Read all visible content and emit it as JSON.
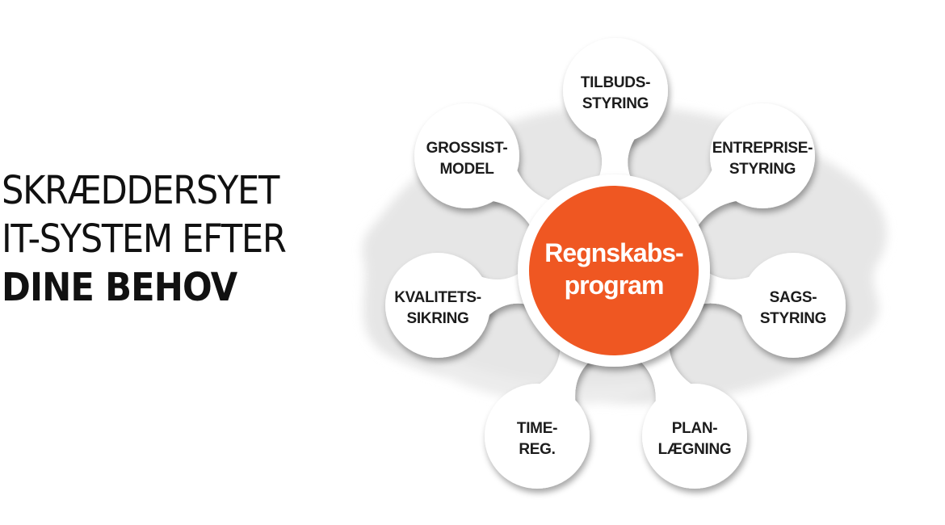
{
  "headline": {
    "line1": "SKRÆDDERSYET",
    "line2": "IT-SYSTEM EFTER",
    "line3": "DINE BEHOV"
  },
  "diagram": {
    "center": {
      "line1": "Regnskabs-",
      "line2": "program",
      "color": "#ef5722"
    },
    "petals": [
      {
        "id": "tilbudsstyring",
        "line1": "TILBUDS-",
        "line2": "STYRING"
      },
      {
        "id": "entreprisestyring",
        "line1": "ENTREPRISE-",
        "line2": "STYRING"
      },
      {
        "id": "sagsstyring",
        "line1": "SAGS-",
        "line2": "STYRING"
      },
      {
        "id": "planlaegning",
        "line1": "PLAN-",
        "line2": "LÆGNING"
      },
      {
        "id": "timereg",
        "line1": "TIME-",
        "line2": "REG."
      },
      {
        "id": "kvalitetssikring",
        "line1": "KVALITETS-",
        "line2": "SIKRING"
      },
      {
        "id": "grossistmodel",
        "line1": "GROSSIST-",
        "line2": "MODEL"
      }
    ]
  }
}
